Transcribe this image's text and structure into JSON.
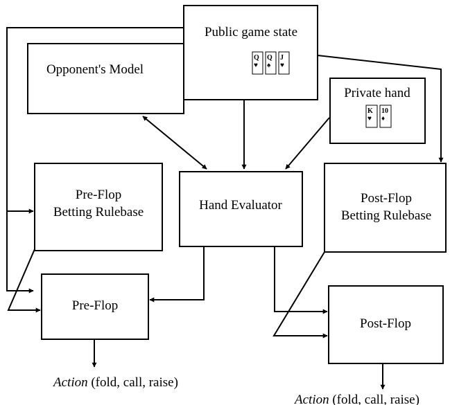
{
  "nodes": {
    "public_game_state": "Public game state",
    "opponent_model": "Opponent's Model",
    "private_hand": "Private hand",
    "preflop_rulebase_line1": "Pre-Flop",
    "preflop_rulebase_line2": "Betting Rulebase",
    "hand_evaluator": "Hand Evaluator",
    "postflop_rulebase_line1": "Post-Flop",
    "postflop_rulebase_line2": "Betting Rulebase",
    "preflop": "Pre-Flop",
    "postflop": "Post-Flop"
  },
  "outputs": {
    "preflop_action_word": "Action",
    "preflop_action_rest": " (fold, call, raise)",
    "postflop_action_word": "Action",
    "postflop_action_rest": " (fold, call, raise)"
  },
  "cards": {
    "public": [
      {
        "rank": "Q",
        "suit": "♥",
        "color": "#d11"
      },
      {
        "rank": "Q",
        "suit": "♠",
        "color": "#000"
      },
      {
        "rank": "J",
        "suit": "♥",
        "color": "#d11"
      }
    ],
    "private": [
      {
        "rank": "K",
        "suit": "♥",
        "color": "#d11"
      },
      {
        "rank": "10",
        "suit": "♦",
        "color": "#d11"
      }
    ]
  }
}
